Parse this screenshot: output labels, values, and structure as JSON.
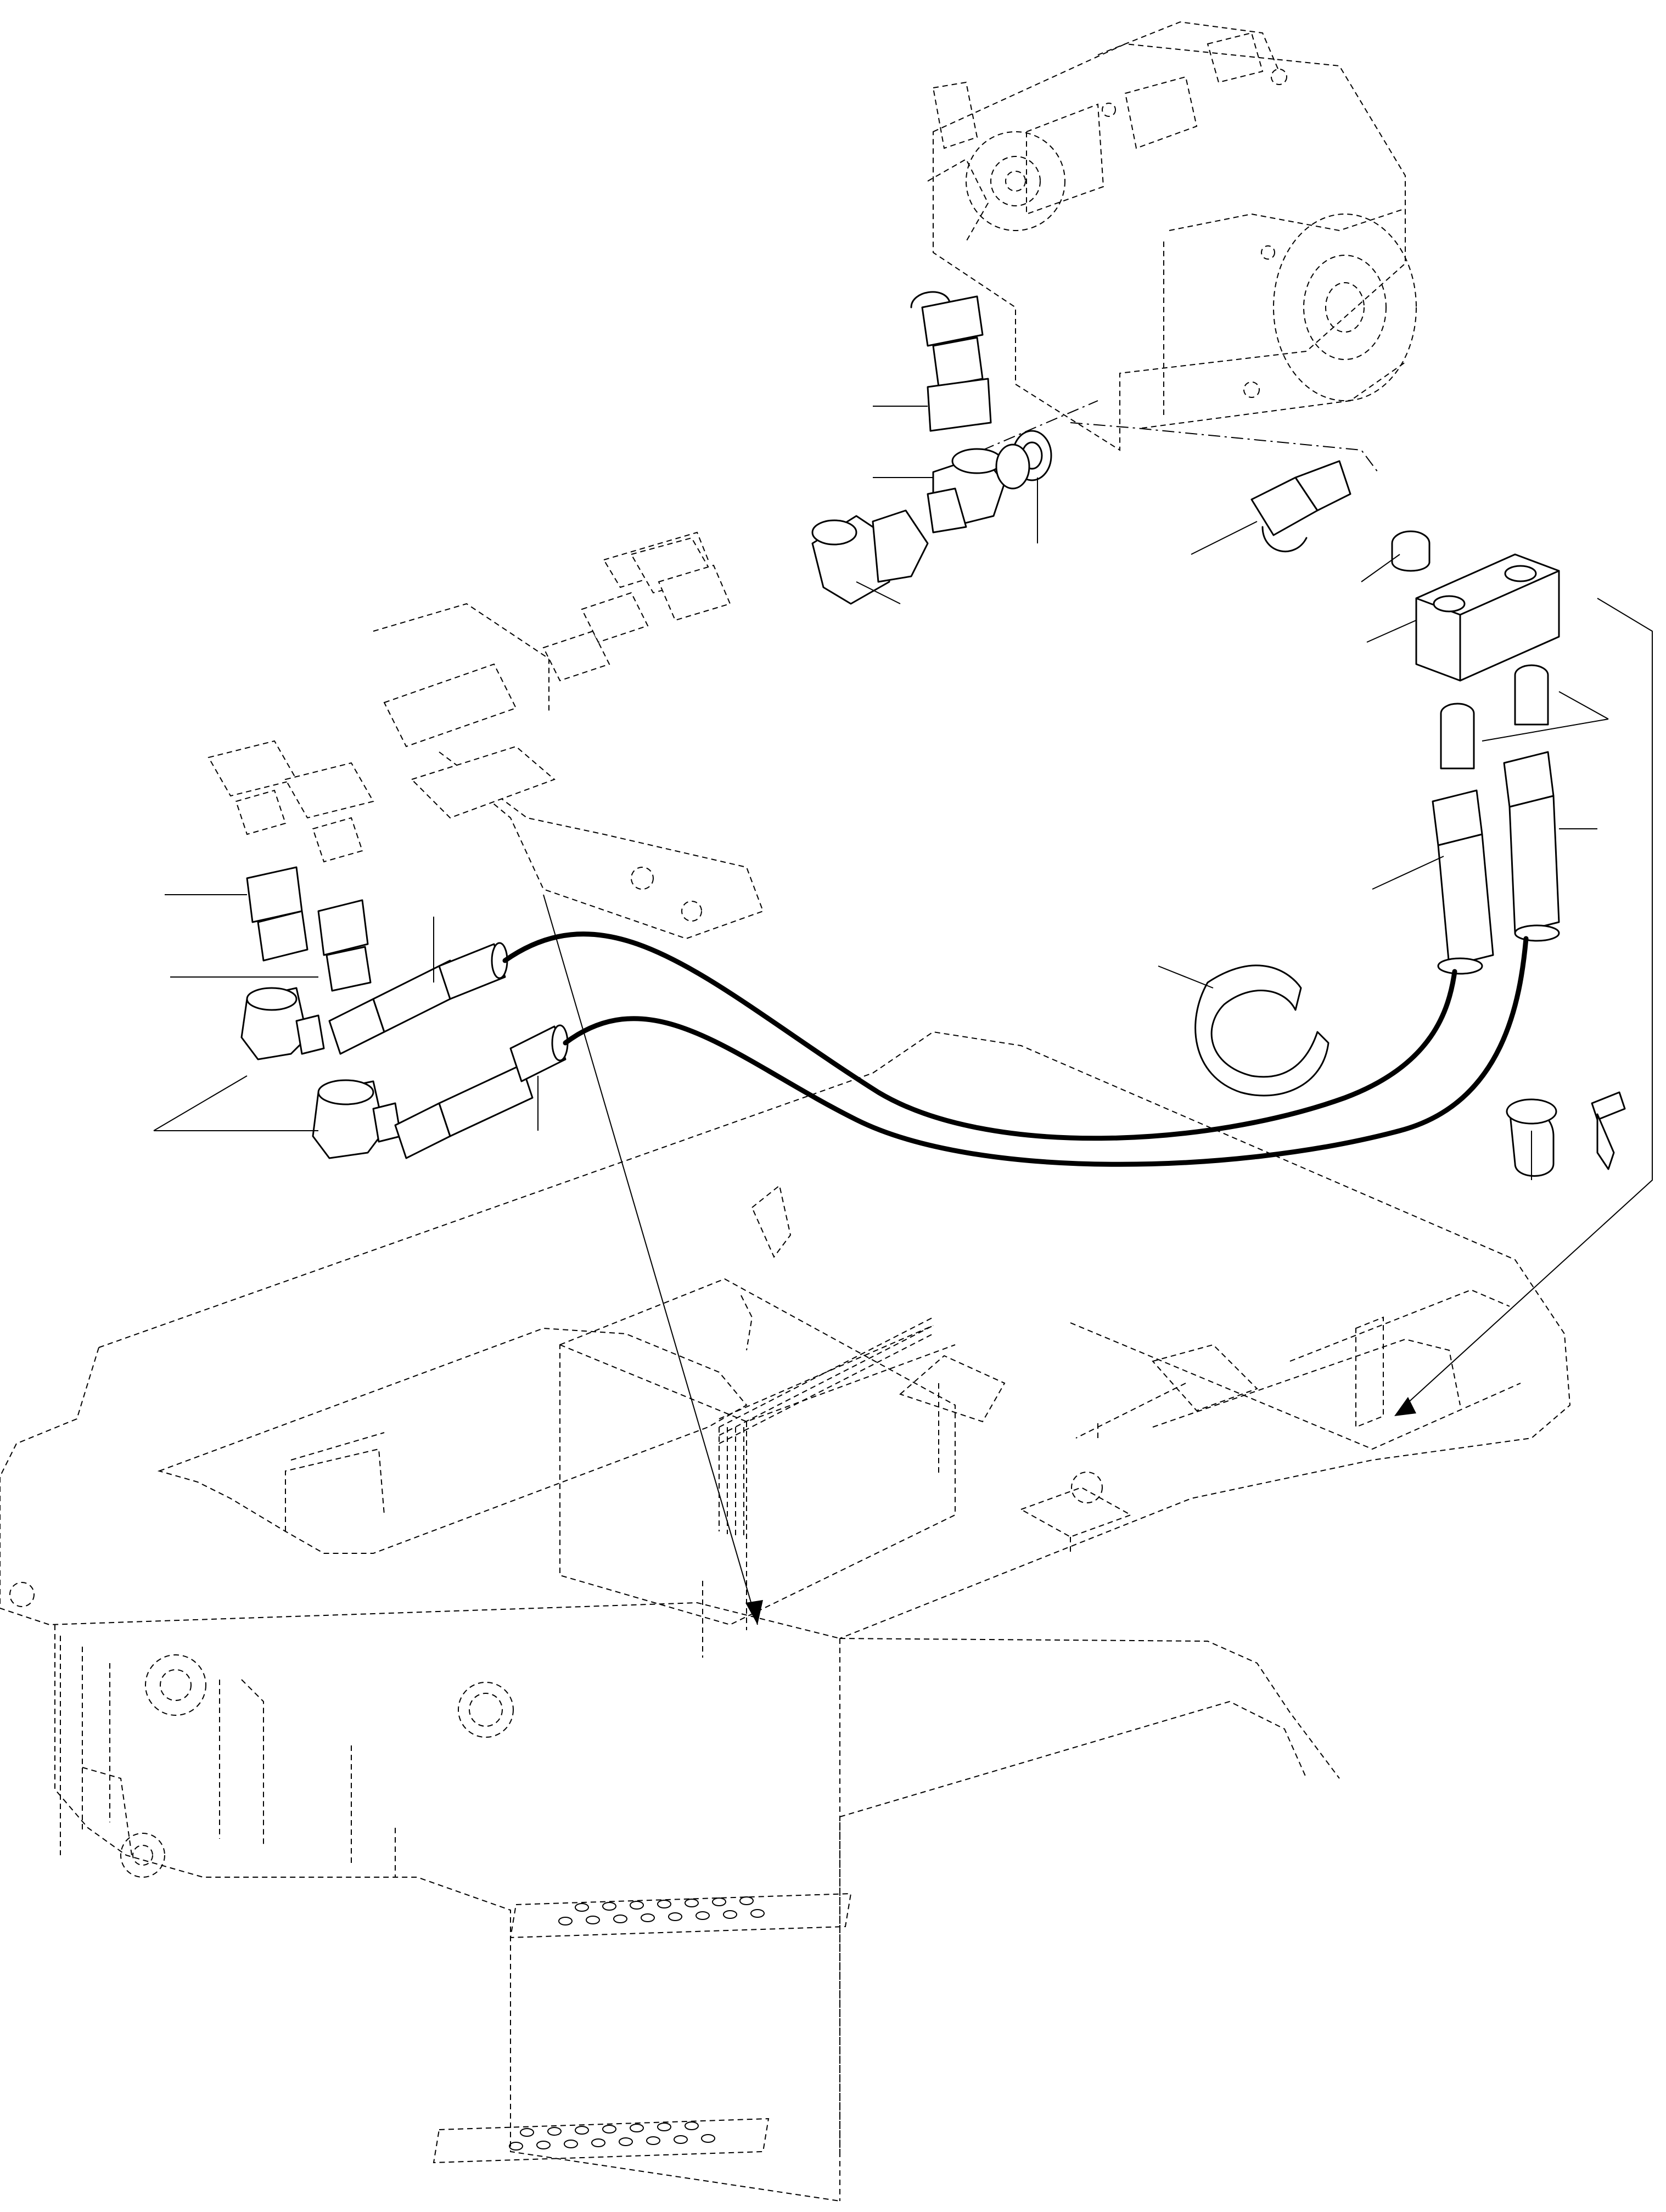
{
  "diagram": {
    "callouts": [
      {
        "id": "fitting-quick-coupler"
      },
      {
        "id": "tee-fitting"
      },
      {
        "id": "o-ring-adapter"
      },
      {
        "id": "elbow-swivel"
      },
      {
        "id": "test-point-cap"
      },
      {
        "id": "plug"
      },
      {
        "id": "mounting-block"
      },
      {
        "id": "block-adapters"
      },
      {
        "id": "right-hose-1"
      },
      {
        "id": "right-hose-2"
      },
      {
        "id": "cable-tie"
      },
      {
        "id": "p-clip"
      },
      {
        "id": "bolt"
      },
      {
        "id": "left-coupler-1"
      },
      {
        "id": "left-coupler-2"
      },
      {
        "id": "left-elbows"
      },
      {
        "id": "left-hose-1"
      },
      {
        "id": "left-hose-2"
      }
    ]
  }
}
